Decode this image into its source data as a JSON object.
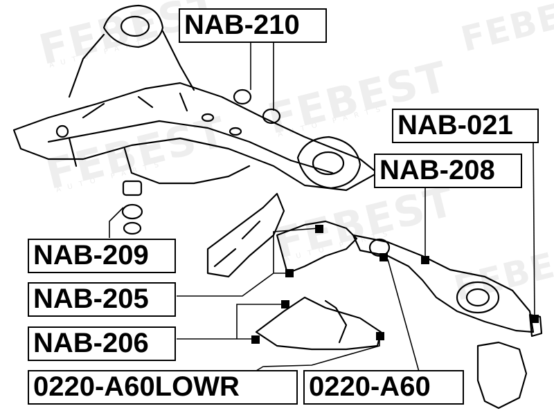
{
  "watermark": {
    "brand": "FEBEST",
    "sub": "AUTO PARTS"
  },
  "labels": {
    "nab_210": "NAB-210",
    "nab_021": "NAB-021",
    "nab_208": "NAB-208",
    "nab_209": "NAB-209",
    "nab_205": "NAB-205",
    "nab_206": "NAB-206",
    "a60lowr": "0220-A60LOWR",
    "a60": "0220-A60"
  }
}
